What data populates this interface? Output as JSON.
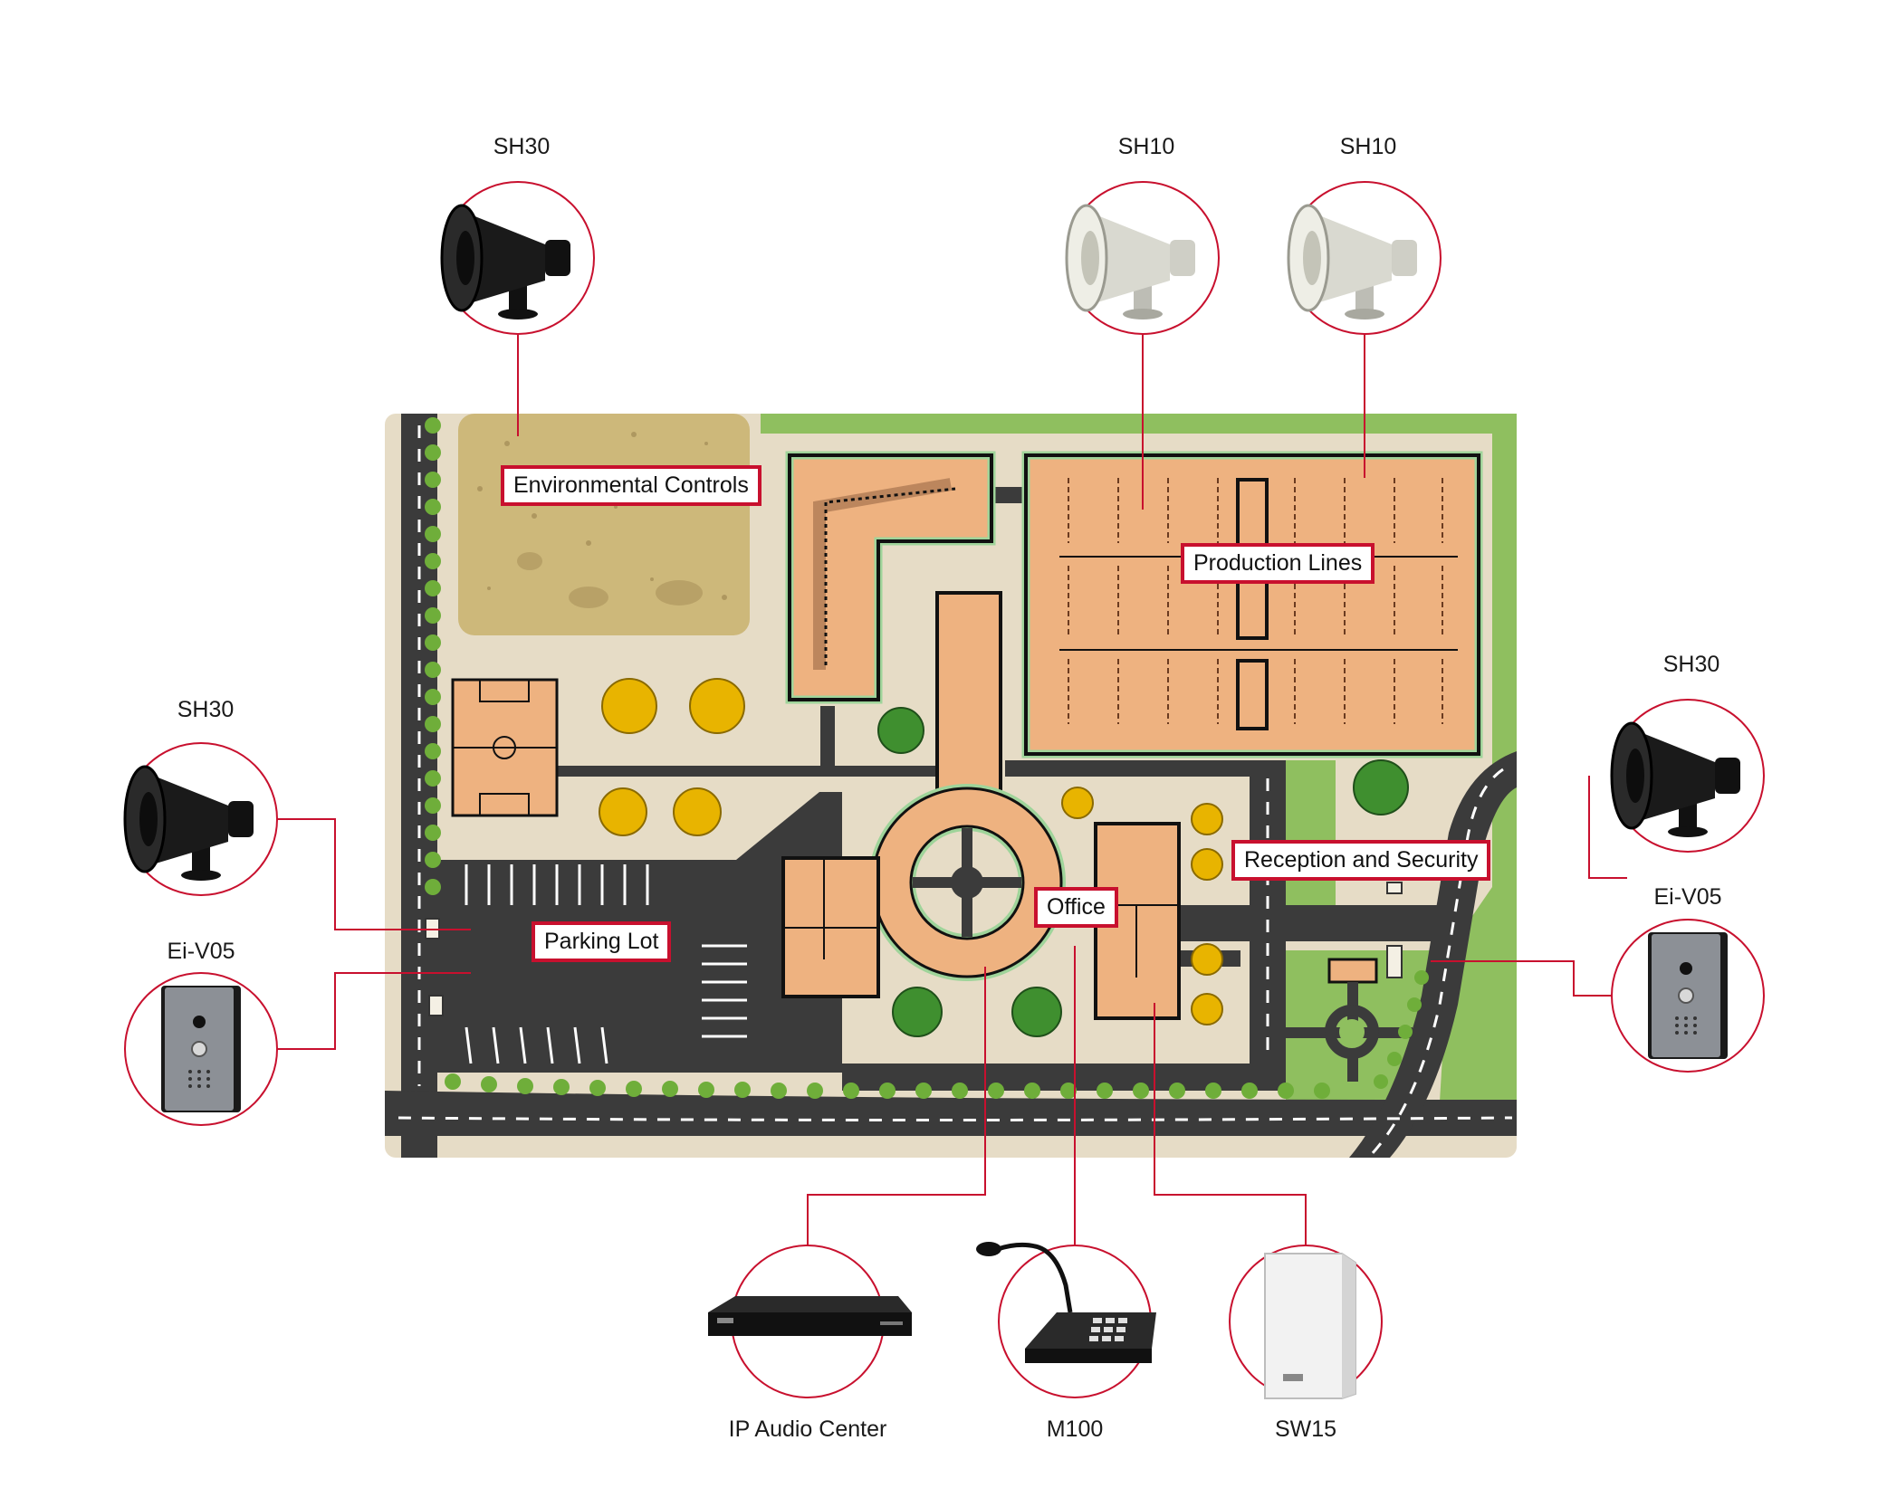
{
  "colors": {
    "accent": "#c8102e",
    "ground": "#e6dcc6",
    "building": "#eeb280",
    "building_outline": "#111111",
    "road": "#3b3b3b",
    "grass": "#8fbf5f",
    "gravel": "#cdb87a"
  },
  "devices": {
    "sh30_top": "SH30",
    "sh10_left": "SH10",
    "sh10_right": "SH10",
    "sh30_right": "SH30",
    "sh30_left": "SH30",
    "eiv05_left": "Ei-V05",
    "eiv05_right": "Ei-V05",
    "ip_audio_center": "IP Audio Center",
    "m100": "M100",
    "sw15": "SW15"
  },
  "zones": {
    "environmental_controls": "Environmental Controls",
    "production_lines": "Production Lines",
    "reception_security": "Reception and Security",
    "office": "Office",
    "parking_lot": "Parking Lot"
  },
  "icons": {
    "horn_speaker_black": "horn-speaker-icon",
    "horn_speaker_white": "horn-speaker-icon",
    "intercom": "intercom-icon",
    "audio_center": "rack-unit-icon",
    "paging_mic": "paging-microphone-icon",
    "wall_speaker": "wall-speaker-icon"
  }
}
